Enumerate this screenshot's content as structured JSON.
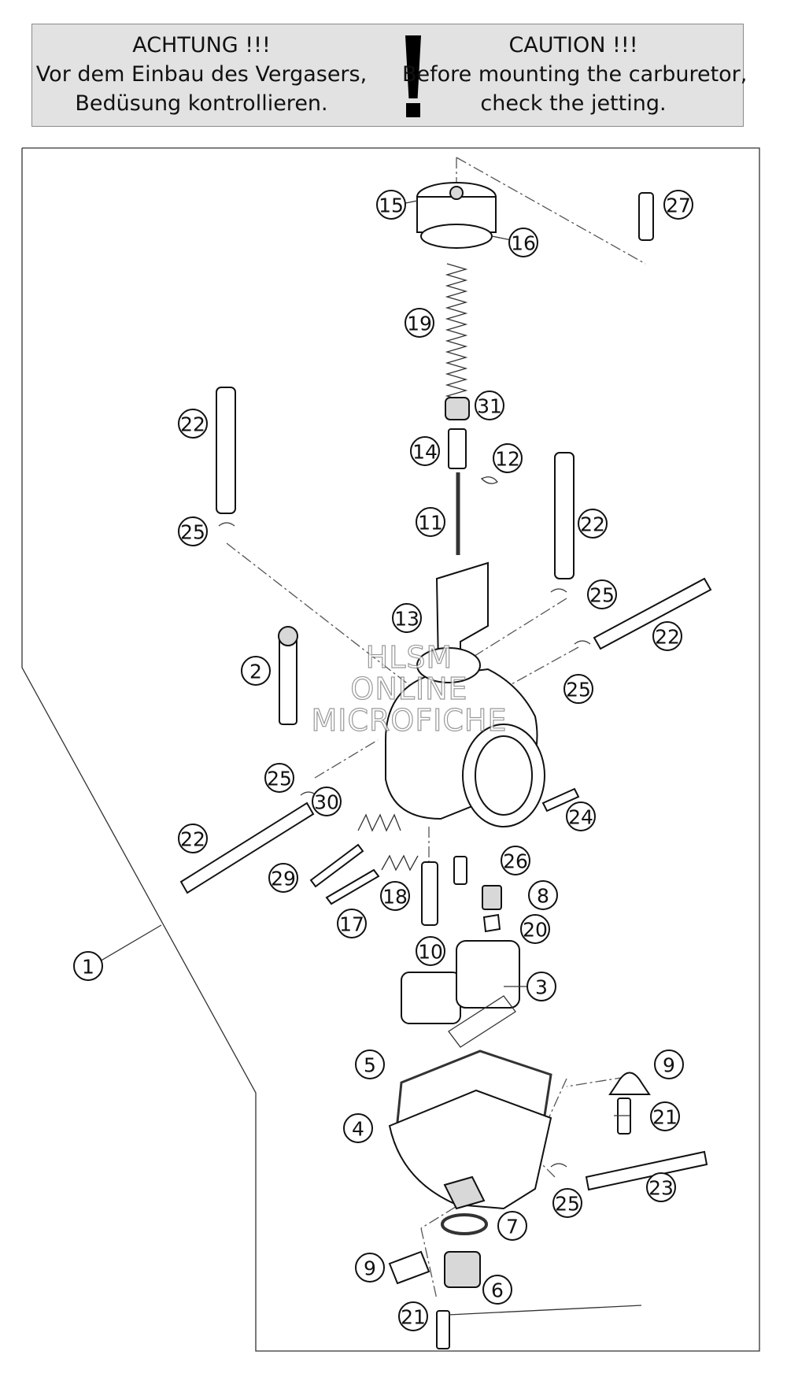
{
  "banner": {
    "left_lines": [
      "ACHTUNG !!!",
      "Vor dem Einbau des Vergasers,",
      "Bedüsung kontrollieren."
    ],
    "right_lines": [
      "CAUTION !!!",
      "Before mounting the carburetor,",
      "check the jetting."
    ],
    "icon": "exclamation-icon"
  },
  "watermark": [
    "HLSM",
    "ONLINE",
    "MICROFICHE"
  ],
  "callouts": [
    "1",
    "2",
    "3",
    "4",
    "5",
    "6",
    "7",
    "8",
    "9",
    "9",
    "10",
    "11",
    "12",
    "13",
    "14",
    "15",
    "16",
    "17",
    "18",
    "19",
    "20",
    "21",
    "21",
    "22",
    "22",
    "22",
    "22",
    "23",
    "24",
    "25",
    "25",
    "25",
    "25",
    "25",
    "26",
    "27",
    "29",
    "30",
    "31"
  ]
}
